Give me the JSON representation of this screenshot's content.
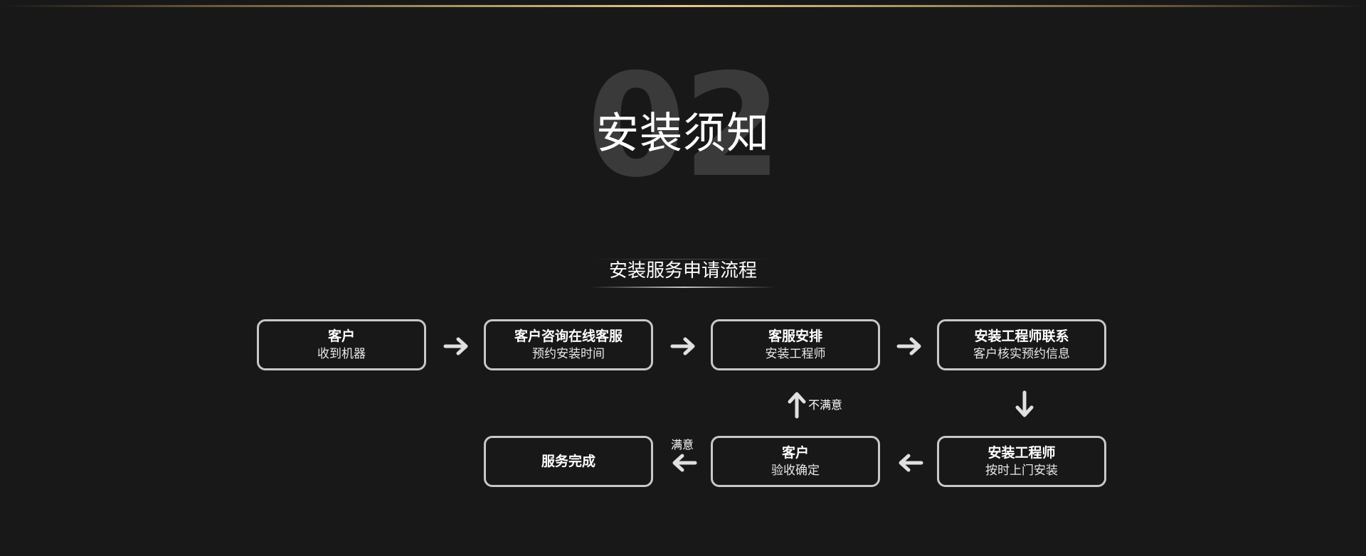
{
  "section_number": "02",
  "section_title": "安装须知",
  "subtitle": "安装服务申请流程",
  "colors": {
    "background": "#181818",
    "accent_gold": "#e6c98a",
    "box_border": "#c8c8c8",
    "number_gray": "#3a3a3a"
  },
  "steps": [
    {
      "title": "客户",
      "desc": "收到机器"
    },
    {
      "title": "客户咨询在线客服",
      "desc": "预约安装时间"
    },
    {
      "title": "客服安排",
      "desc": "安装工程师"
    },
    {
      "title": "安装工程师联系",
      "desc": "客户核实预约信息"
    },
    {
      "title": "安装工程师",
      "desc": "按时上门安装"
    },
    {
      "title": "客户",
      "desc": "验收确定"
    },
    {
      "title": "服务完成",
      "desc": ""
    }
  ],
  "labels": {
    "unsatisfied": "不满意",
    "satisfied": "满意"
  }
}
